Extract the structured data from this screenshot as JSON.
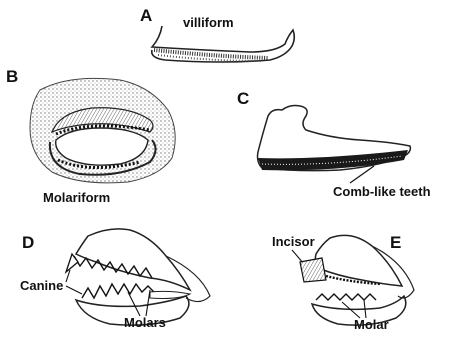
{
  "panels": {
    "A": {
      "letter": "A",
      "label": "villiform"
    },
    "B": {
      "letter": "B",
      "label": "Molariform"
    },
    "C": {
      "letter": "C",
      "label": "Comb-like teeth"
    },
    "D": {
      "letter": "D",
      "labels": {
        "canine": "Canine",
        "molars": "Molars"
      }
    },
    "E": {
      "letter": "E",
      "labels": {
        "incisor": "Incisor",
        "molar": "Molar"
      }
    }
  }
}
